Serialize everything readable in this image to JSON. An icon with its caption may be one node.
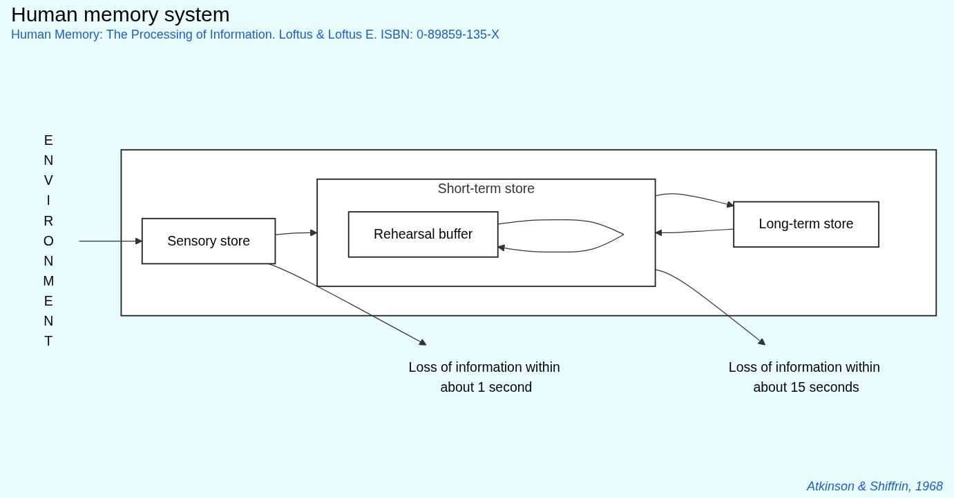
{
  "diagram": {
    "title": "Human memory system",
    "nodes": [
      {
        "text": [
          "ENVIRONMENT"
        ]
      },
      {
        "text": [],
        "shape": "box"
      },
      {
        "text": [
          "Sensory store"
        ],
        "in": 1
      },
      {
        "text": [
          "Short-term store"
        ],
        "in": 1
      },
      {
        "text": [
          "Rehearsal buffer"
        ],
        "in": 3
      },
      {
        "text": [
          "Long-term store"
        ],
        "in": 1
      },
      {
        "text": [
          "Loss of information within about 1 second"
        ]
      },
      {
        "text": [
          "Loss of information within about 15 seconds"
        ]
      }
    ],
    "edges": [
      {
        "from": 0,
        "to": 2,
        "arrow": "to"
      },
      {
        "from": 2,
        "to": 3,
        "arrow": "to"
      },
      {
        "from": 3,
        "to": 5,
        "arrow": "to"
      },
      {
        "from": 5,
        "to": 3,
        "arrow": "to"
      },
      {
        "from": 4,
        "to": 4,
        "arrow": "to"
      },
      {
        "from": 2,
        "to": 6,
        "arrow": "to"
      },
      {
        "from": 3,
        "to": 7,
        "arrow": "to"
      }
    ],
    "labels": [
      "Human Memory: The Processing of Information. Loftus & Loftus E. ISBN: 0-89859-135-X",
      "Atkinson & Shiffrin, 1968"
    ]
  }
}
